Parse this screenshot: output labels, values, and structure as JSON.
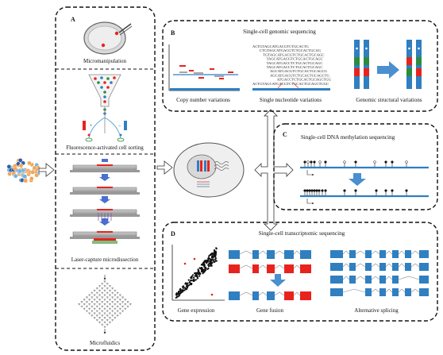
{
  "panel_a": {
    "letter": "A",
    "methods": [
      "Micromanipulation",
      "Fluorescence-activated cell sorting",
      "Laser-capture microdissection",
      "Microfluidics"
    ]
  },
  "panel_b": {
    "letter": "B",
    "title": "Single-cell genomic sequencing",
    "captions": [
      "Copy number variations",
      "Single nucleotide variations",
      "Genomic structural variations"
    ],
    "sequences": [
      "ACTGTAGCATGACGTCTGCACTG",
      "CTGTAGCATGACGTCTGCACTGCAG",
      "TGTAGCATGACGTCTGCACTGCAGC",
      "TAGCATGACGTCTGCACTGCAGC",
      "TAGCATGACCTCTGCACTGCAGC",
      "TAGCATGACCTCTGCACTGCAGC",
      "AGCATGACGTCTGCACTGCAGCG",
      "AGCATGACGTCTGCACTGCAGCTG",
      "ATGACCTCTGCACTGCAGCTGG",
      "ACTGTAGCATGACGTCTGCACTGCAGCTGGC"
    ]
  },
  "panel_c": {
    "letter": "C",
    "title": "Single-cell DNA methylation sequencing"
  },
  "panel_d": {
    "letter": "D",
    "title": "Single-cell transcriptomic sequencing",
    "captions": [
      "Gene expression",
      "Gene fusion",
      "Alternative splicing"
    ]
  },
  "colors": {
    "blue": "#2f7fc1",
    "red": "#e8231e",
    "green": "#2e8b3e",
    "arrow_blue": "#4a8fd0"
  }
}
